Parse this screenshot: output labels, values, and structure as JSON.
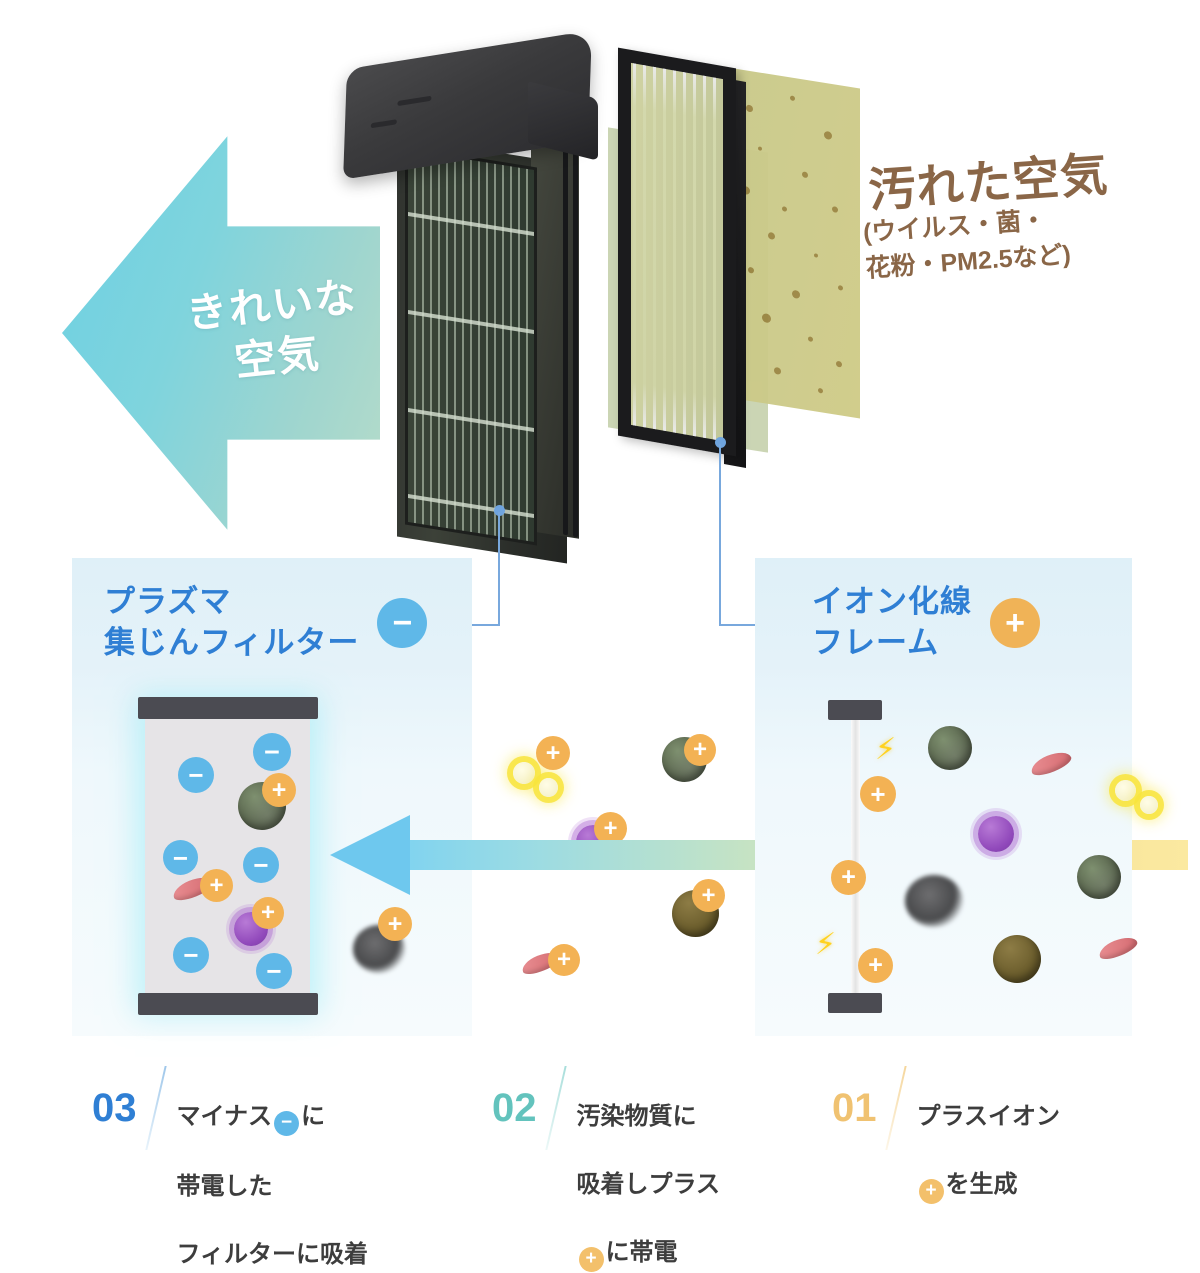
{
  "clean_air": {
    "label": "きれいな\n空気",
    "color": "#ffffff",
    "arrow_color": "#6cd0e3"
  },
  "dirty_air": {
    "title": "汚れた空気",
    "subtitle": "(ウイルス・菌・\n花粉・PM2.5など)",
    "color": "#8a6647"
  },
  "panels": {
    "left": {
      "title": "プラズマ\n集じんフィルター",
      "badge": "−",
      "badge_kind": "minus",
      "badge_color": "#5fb8e8",
      "title_color": "#2f7fd4"
    },
    "right": {
      "title": "イオン化線\nフレーム",
      "badge": "+",
      "badge_kind": "plus",
      "badge_color": "#f0b357",
      "title_color": "#2f7fd4"
    }
  },
  "steps": [
    {
      "number": "03",
      "number_color": "#2f7fd4",
      "line1_a": "マイナス",
      "line1_ion": "−",
      "line1_ion_kind": "minus",
      "line1_b": "に",
      "line2": "帯電した",
      "line3": "フィルターに吸着"
    },
    {
      "number": "02",
      "number_color": "#63c3bd",
      "line1": "汚染物質に",
      "line2": "吸着しプラス",
      "line3_ion": "+",
      "line3_ion_kind": "plus",
      "line3_b": "に帯電"
    },
    {
      "number": "01",
      "number_color": "#f0c271",
      "line1": "プラスイオン",
      "line2_ion": "+",
      "line2_ion_kind": "plus",
      "line2_b": "を生成"
    }
  ],
  "icons": {
    "plus_ion": "plus-ion-icon",
    "minus_ion": "minus-ion-icon",
    "lightning": "lightning-bolt-icon",
    "mold": "mold-spore-icon",
    "virus": "virus-icon",
    "bacteria": "bacteria-icon",
    "pollen": "pollen-icon",
    "smoke": "smoke-particle-icon",
    "dust": "dust-particle-icon"
  },
  "flow": {
    "arrow_color": "#6ec8ee",
    "band_from": "#7fd3f0",
    "band_to": "#fbe9a0"
  }
}
